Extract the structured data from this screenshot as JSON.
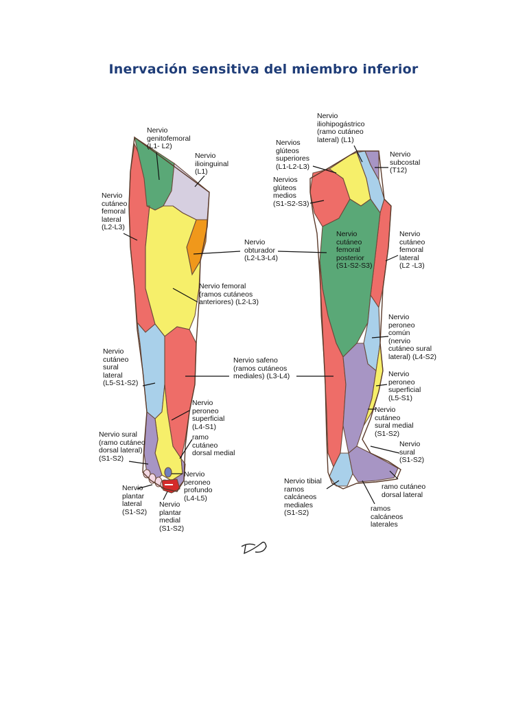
{
  "title": "Inervación sensitiva del miembro inferior",
  "colors": {
    "genitofemoral": "#5aa877",
    "ilioinguinal": "#d6cfe0",
    "femoral_lateral": "#ee6d68",
    "obturador": "#f0981b",
    "femoral_anterior": "#f6ef6a",
    "safeno": "#ee6d68",
    "sural_lateral": "#a9d0ea",
    "peroneo_superficial": "#f6ef6a",
    "sural": "#a795c4",
    "peroneo_profundo": "#6f7fbf",
    "plantar_medial": "#d42a2a",
    "femoral_posterior": "#5aa877",
    "gluteos_superiores": "#f6ef6a",
    "gluteos_medios": "#ee6d68",
    "subcostal": "#a795c4",
    "iliohipogastrico": "#a9d0ea"
  },
  "labels": {
    "genitofemoral": "Nervio\ngenitofemoral\n(L1- L2)",
    "ilioinguinal": "Nervio\nilioinguinal\n(L1)",
    "femoral_lateral_left": "Nervio\ncutáneo\nfemoral\nlateral\n(L2-L3)",
    "obturador": "Nervio\nobturador\n(L2-L3-L4)",
    "femoral": "Nervio femoral\n(ramos cutáneos\nanteriores) (L2-L3)",
    "sural_lateral_left": "Nervio\ncutáneo\nsural\nlateral\n(L5-S1-S2)",
    "safeno": "Nervio safeno\n(ramos cutáneos\nmediales) (L3-L4)",
    "peroneo_superficial_left": "Nervio\nperoneo\nsuperficial\n(L4-S1)",
    "ramo_dorsal_medial": "ramo\ncutáneo\ndorsal medial",
    "sural_left": "Nervio sural\n(ramo cutáneo\ndorsal lateral)\n(S1-S2)",
    "peroneo_profundo": "Nervio\nperoneo\nprofundo\n(L4-L5)",
    "plantar_lateral": "Nervio\nplantar\nlateral\n(S1-S2)",
    "plantar_medial": "Nervio\nplantar\nmedial\n(S1-S2)",
    "iliohipogastrico": "Nervio\niliohipogástrico\n(ramo cutáneo\nlateral) (L1)",
    "gluteos_superiores": "Nervios\nglúteos\nsuperiores\n(L1-L2-L3)",
    "subcostal": "Nervio\nsubcostal\n(T12)",
    "gluteos_medios": "Nervios\nglúteos\nmedios\n(S1-S2-S3)",
    "femoral_posterior": "Nervio\ncutáneo\nfemoral\nposterior\n(S1-S2-S3)",
    "femoral_lateral_right": "Nervio\ncutáneo\nfemoral\nlateral\n(L2 -L3)",
    "peroneo_comun": "Nervio\nperoneo\ncomún\n(nervio\ncutáneo sural\nlateral) (L4-S2)",
    "peroneo_superficial_right": "Nervio\nperoneo\nsuperficial\n(L5-S1)",
    "sural_medial": "Nervio\ncutáneo\nsural medial\n(S1-S2)",
    "sural_right": "Nervio\nsural\n(S1-S2)",
    "ramo_dorsal_lateral": "ramo cutáneo\ndorsal lateral",
    "tibial": "Nervio tibial\nramos\ncalcáneos\nmediales\n(S1-S2)",
    "calcaneos_laterales": "ramos\ncalcáneos\nlaterales"
  },
  "signature": "Fico"
}
